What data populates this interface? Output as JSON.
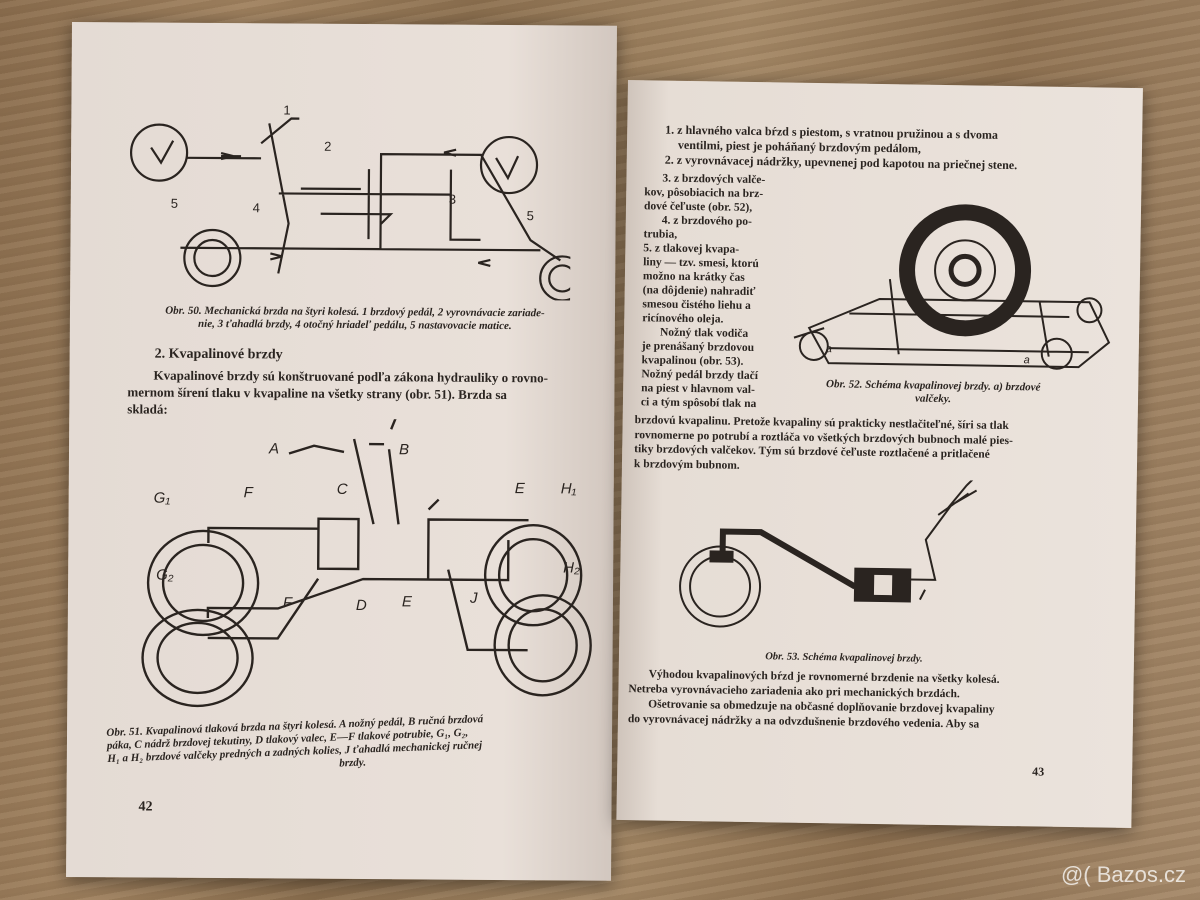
{
  "left_page": {
    "figure50": {
      "labels": [
        "1",
        "2",
        "3",
        "4",
        "5",
        "5"
      ],
      "caption_line1": "Obr. 50. Mechanická brzda na štyri kolesá. 1 brzdový pedál, 2 vyrovnávacie zariade-",
      "caption_line2": "nie, 3 ťahadlá brzdy, 4 otočný hriadeľ pedálu, 5 nastavovacie matice."
    },
    "heading": "2. Kvapalinové brzdy",
    "body": [
      "Kvapalinové brzdy sú konštruované podľa zákona hydrauliky o rovno-",
      "mernom šírení tlaku v kvapaline na všetky strany (obr. 51). Brzda sa",
      "skladá:"
    ],
    "figure51": {
      "labels": [
        "A",
        "B",
        "C",
        "D",
        "E",
        "E",
        "F",
        "F",
        "G₁",
        "G₂",
        "H₁",
        "H₂",
        "J"
      ],
      "caption": [
        "Obr. 51. Kvapalinová tlaková brzda na štyri kolesá. A nožný pedál, B ručná brzdová",
        "páka, C nádrž brzdovej tekutiny, D tlakový valec, E—F tlakové potrubie, G₁, G₂,",
        "H₁ a H₂ brzdové valčeky predných a zadných kolies, J ťahadlá mechanickej ručnej",
        "brzdy."
      ]
    },
    "page_number": "42"
  },
  "right_page": {
    "list_full": [
      "1. z hlavného valca bŕzd s piestom, s vratnou pružinou a s dvoma",
      "ventilmi, piest je poháňaný brzdovým pedálom,",
      "2. z vyrovnávacej nádržky, upevnenej pod kapotou na priečnej stene."
    ],
    "column": [
      "3. z brzdových valče-",
      "kov, pôsobiacich na brz-",
      "dové čeľuste (obr. 52),",
      "4. z brzdového po-",
      "trubia,",
      "5. z tlakovej kvapa-",
      "liny — tzv. smesi, ktorú",
      "možno na krátky čas",
      "(na dôjdenie) nahradiť",
      "smesou čistého liehu a",
      "ricínového oleja.",
      "Nožný tlak vodiča",
      "je prenášaný brzdovou",
      "kvapalinou (obr. 53).",
      "Nožný pedál brzdy tlačí",
      "na piest v hlavnom val-",
      "ci a tým spôsobí tlak na"
    ],
    "figure52": {
      "labels": [
        "a",
        "a"
      ],
      "caption_line1": "Obr. 52. Schéma kvapalinovej brzdy. a) brzdové",
      "caption_line2": "valčeky."
    },
    "para1": [
      "brzdovú kvapalinu. Pretože kvapaliny sú prakticky nestlačiteľné, šíri sa tlak",
      "rovnomerne po potrubí a roztláča vo všetkých brzdových bubnoch malé pies-",
      "tiky brzdových valčekov. Tým sú brzdové čeľuste roztlačené a pritlačené",
      "k brzdovým bubnom."
    ],
    "figure53": {
      "caption": "Obr. 53. Schéma kvapalinovej brzdy."
    },
    "para2": [
      "Výhodou kvapalinových bŕzd je rovnomerné brzdenie na všetky kolesá.",
      "Netreba vyrovnávacieho zariadenia ako pri mechanických brzdách.",
      "Ošetrovanie sa obmedzuje na občasné doplňovanie brzdovej kvapaliny",
      "do vyrovnávacej nádržky a na odvzdušnenie brzdového vedenia. Aby sa"
    ],
    "page_number": "43"
  },
  "watermark": "@( Bazos.cz"
}
